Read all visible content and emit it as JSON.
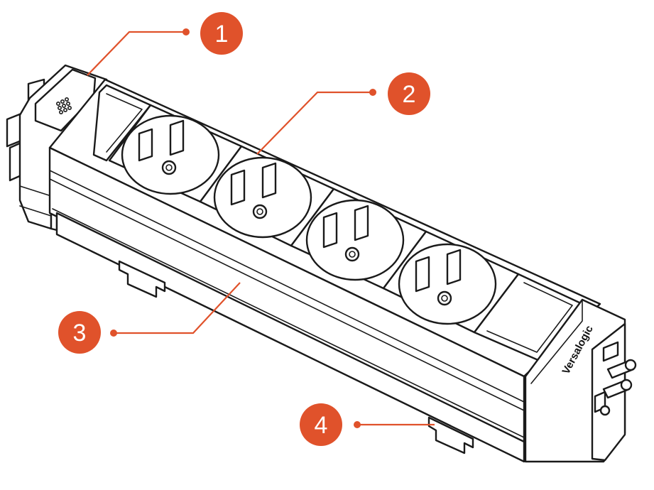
{
  "accent_color": "#e0522b",
  "line_color": "#1a1a1a",
  "brand_text": "Versalogic",
  "callouts": [
    {
      "number": "1"
    },
    {
      "number": "2"
    },
    {
      "number": "3"
    },
    {
      "number": "4"
    }
  ]
}
